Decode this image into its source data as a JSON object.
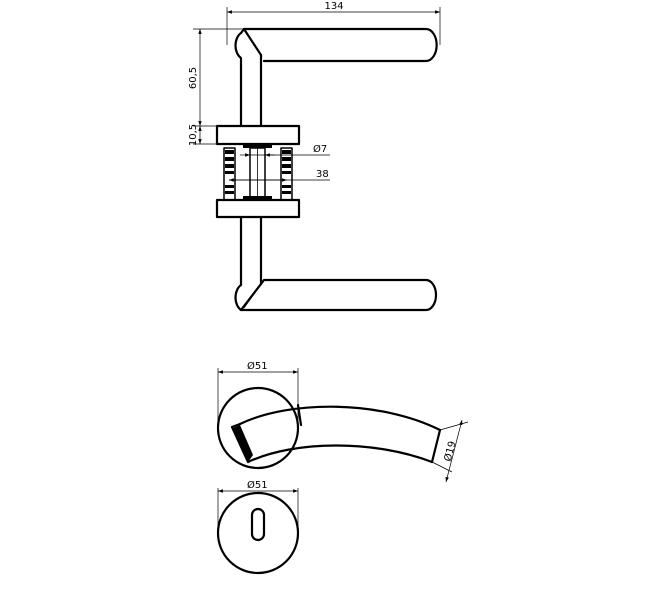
{
  "dimensions": {
    "handle_length": "134",
    "lever_height": "60,5",
    "rose_height": "10,5",
    "spindle_diameter": "Ø7",
    "screw_spacing": "38",
    "rose_diameter": "Ø51",
    "grip_diameter": "Ø19",
    "escutcheon_diameter": "Ø51"
  },
  "colors": {
    "line": "#000000",
    "background": "#ffffff"
  }
}
